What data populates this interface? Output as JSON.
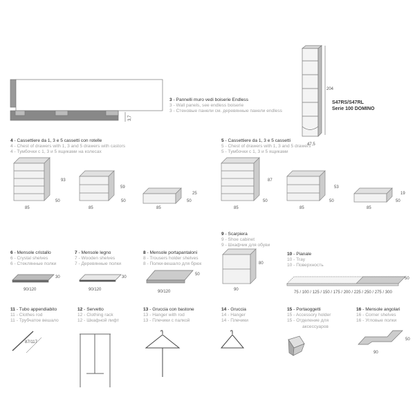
{
  "items": [
    {
      "n": "3",
      "it": "Pannelli muro vedi boiserie Endless",
      "en": "Wall panels, see endless boiserie",
      "ru": "Стеновые панели см. деревянные панели endless"
    },
    {
      "n": "4",
      "it": "Cassettiere da 1, 3 e 5 cassetti con rotelle",
      "en": "Chest of drawers with 1, 3 and 5 drawers with castors",
      "ru": "Тумбочки с 1, 3 и 5 ящиками на колесах"
    },
    {
      "n": "5",
      "it": "Cassettiere da 1, 3 e 5 cassetti",
      "en": "Chest of drawers with 1, 3 and 5 drawers",
      "ru": "Тумбочки с 1, 3 и 5 ящиками"
    },
    {
      "n": "6",
      "it": "Mensole cristallo",
      "en": "Crystal shelves",
      "ru": "Стеклянные полки"
    },
    {
      "n": "7",
      "it": "Mensole legno",
      "en": "Wooden shelves",
      "ru": "Деревянные полки"
    },
    {
      "n": "8",
      "it": "Mensole portapantaloni",
      "en": "Trousers holder shelves",
      "ru": "Полки-вешало для брюк"
    },
    {
      "n": "9",
      "it": "Scarpiera",
      "en": "Shoe cabinet",
      "ru": "Шкафчик для обуви"
    },
    {
      "n": "10",
      "it": "Pianale",
      "en": "Tray",
      "ru": "Поверхность"
    },
    {
      "n": "11",
      "it": "Tubo appendiabito",
      "en": "Clothes rod",
      "ru": "Трубчатое вешало"
    },
    {
      "n": "12",
      "it": "Servetto",
      "en": "Clothing rack",
      "ru": "Шкафной лифт"
    },
    {
      "n": "13",
      "it": "Gruccia con bastone",
      "en": "Hanger with rod",
      "ru": "Плечики с палкой"
    },
    {
      "n": "14",
      "it": "Gruccia",
      "en": "Hanger",
      "ru": "Плечики"
    },
    {
      "n": "15",
      "it": "Portaoggetti",
      "en": "Accessory holder",
      "ru": "Отделение для",
      "ru2": "аксессуаров"
    },
    {
      "n": "16",
      "it": "Mensole angolari",
      "en": "Corner shelves",
      "ru": "Угловые полки"
    }
  ],
  "model": {
    "code": "S47RS/S47RL",
    "series_prefix": "Serie 100",
    "series_name": "DOMINO"
  },
  "dims": {
    "wall_h": "3,7",
    "col_h": "204",
    "col_w": "47,5",
    "d4a_h": "93",
    "d4b_h": "59",
    "d4c_h": "25",
    "d5a_h": "87",
    "d5b_h": "53",
    "d5c_h": "19",
    "depth": "50",
    "width": "85",
    "shelf_w": "90/120",
    "shelf_d": "30",
    "shelf8_d": "50",
    "shoe_h": "80",
    "shoe_w": "90",
    "tray_w": "75 / 100 / 125 / 150 / 175 / 200 / 225 / 250 / 275 / 300",
    "tray_d": "50",
    "rod_l": "87/117",
    "corner_w": "90",
    "corner_d": "50"
  }
}
